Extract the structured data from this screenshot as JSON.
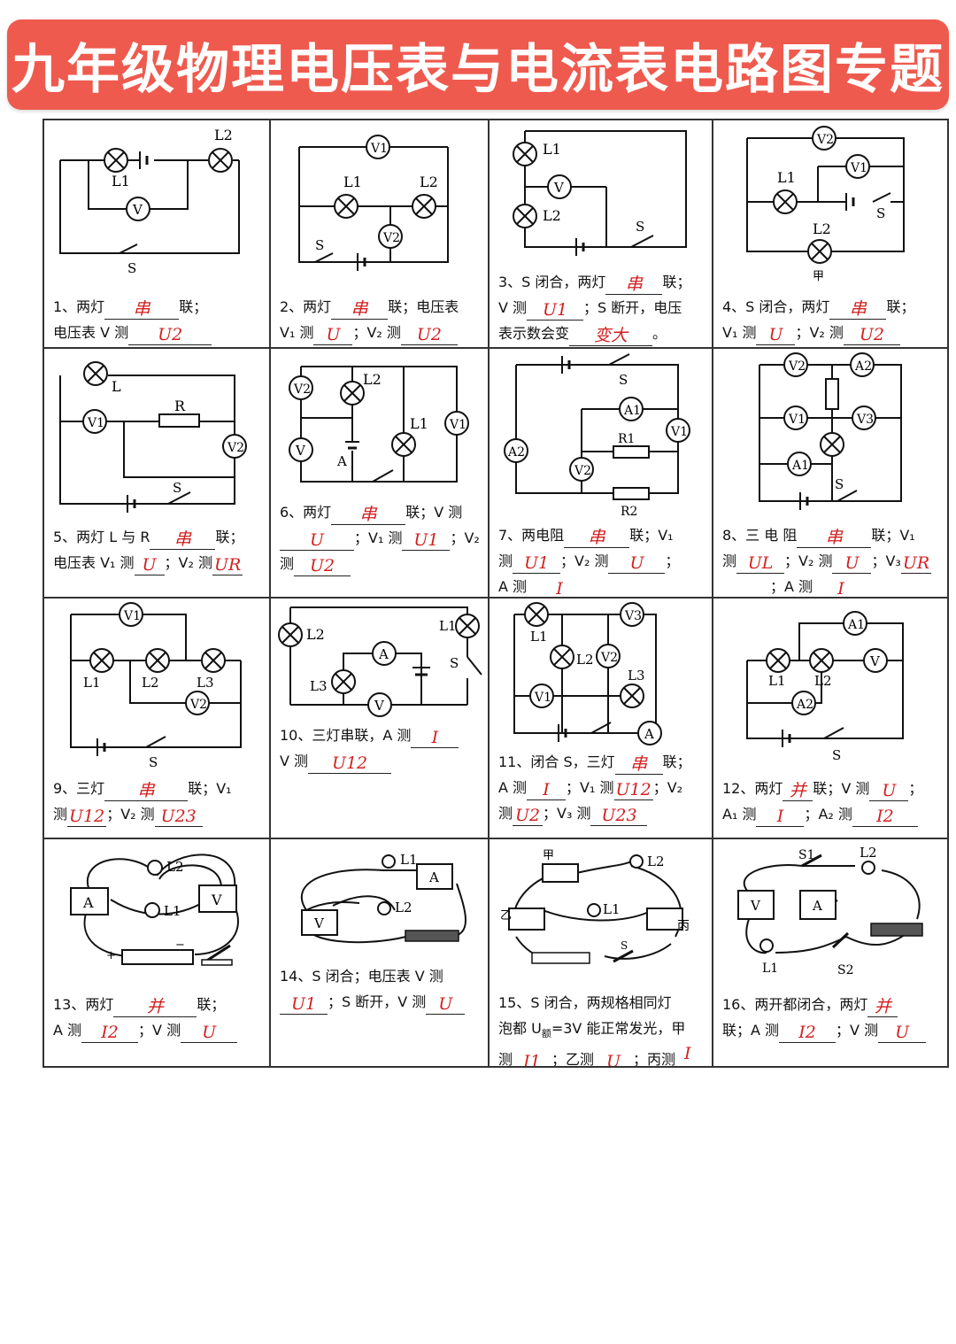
{
  "title": "九年级物理电压表与电流表电路图专题",
  "colors": {
    "banner": "#ef5a4e",
    "answer": "#d21f1f"
  },
  "labels": {
    "V": "V",
    "V1": "V1",
    "V2": "V2",
    "V3": "V3",
    "A": "A",
    "A1": "A1",
    "A2": "A2",
    "L": "L",
    "L1": "L1",
    "L2": "L2",
    "L3": "L3",
    "R": "R",
    "R1": "R1",
    "R2": "R2",
    "S": "S",
    "S1": "S1",
    "S2": "S2",
    "jia": "甲",
    "yi": "乙",
    "bing": "丙",
    "plus": "+",
    "minus": "−"
  },
  "q1": {
    "p1": "1、两灯",
    "p2": "联；",
    "p3": "电压表 V 测",
    "a1": "串",
    "a2": "U2"
  },
  "q2": {
    "p1": "2、两灯",
    "p2": "联；电压表",
    "p3": "V₁ 测",
    "p4": "；V₂ 测",
    "a1": "串",
    "a2": "U",
    "a3": "U2"
  },
  "q3": {
    "p1": "3、S 闭合，两灯",
    "p2": "联；",
    "p3": "V 测",
    "p4": "；S 断开，电压",
    "p5": "表示数会变",
    "p6": "。",
    "a1": "串",
    "a2": "U1",
    "a3": "变大"
  },
  "q4": {
    "p1": "4、S 闭合，两灯",
    "p2": "联；",
    "p3": "V₁ 测",
    "p4": "；V₂ 测",
    "a1": "串",
    "a2": "U",
    "a3": "U2"
  },
  "q5": {
    "p1": "5、两灯 L 与 R",
    "p2": "联；",
    "p3": "电压表 V₁ 测",
    "p4": "；V₂ 测",
    "a1": "串",
    "a2": "U",
    "a3": "UR"
  },
  "q6": {
    "p1": "6、两灯",
    "p2": "联；V 测",
    "p3": "；V₁ 测",
    "p4": "；V₂",
    "p5": "测",
    "a1": "串",
    "a2": "U",
    "a3": "U1",
    "a4": "U2"
  },
  "q7": {
    "p1": "7、两电阻",
    "p2": "联；V₁",
    "p3": "测",
    "p4": "；V₂ 测",
    "p5": "；",
    "p6": "A 测",
    "a1": "串",
    "a2": "U1",
    "a3": "U",
    "a4": "I"
  },
  "q8": {
    "p1": "8、三 电 阻",
    "p2": "联；V₁",
    "p3": "测",
    "p4": "；V₂ 测",
    "p5": "；V₃",
    "p6": "；A 测",
    "a1": "串",
    "a2": "UL",
    "a3": "U",
    "a4": "UR",
    "a5": "I"
  },
  "q9": {
    "p1": "9、三灯",
    "p2": "联；V₁",
    "p3": "测",
    "p4": "；V₂ 测",
    "a1": "串",
    "a2": "U12",
    "a3": "U23"
  },
  "q10": {
    "p1": "10、三灯串联，A 测",
    "p2": "V 测",
    "a1": "I",
    "a2": "U12"
  },
  "q11": {
    "p1": "11、闭合 S，三灯",
    "p2": "联；",
    "p3": "A 测",
    "p4": "；V₁ 测",
    "p5": "；V₂",
    "p6": "测",
    "p7": "；V₃ 测",
    "a1": "串",
    "a2": "I",
    "a3": "U12",
    "a4": "U2",
    "a5": "U23"
  },
  "q12": {
    "p1": "12、两灯",
    "p2": "联；V 测",
    "p3": "；",
    "p4": "A₁ 测",
    "p5": "；A₂ 测",
    "a1": "并",
    "a2": "U",
    "a3": "I",
    "a4": "I2"
  },
  "q13": {
    "p1": "13、两灯",
    "p2": "联；",
    "p3": "A 测",
    "p4": "；V 测",
    "a1": "并",
    "a2": "I2",
    "a3": "U"
  },
  "q14": {
    "p1": "14、S 闭合；电压表 V 测",
    "p2": "；S 断开，V 测",
    "a1": "U1",
    "a2": "U"
  },
  "q15": {
    "p1": "15、S 闭合，两规格相同灯",
    "p2": "泡都 U",
    "p2sub": "额",
    "p2b": "=3V 能正常发光，甲",
    "p3": "测",
    "p4": "；乙测",
    "p5": "；丙测",
    "a1": "I1",
    "a2": "U",
    "a3": "I"
  },
  "q16": {
    "p1": "16、两开都闭合，两灯",
    "p2": "联；A 测",
    "p3": "；V 测",
    "a1": "并",
    "a2": "I2",
    "a3": "U"
  }
}
